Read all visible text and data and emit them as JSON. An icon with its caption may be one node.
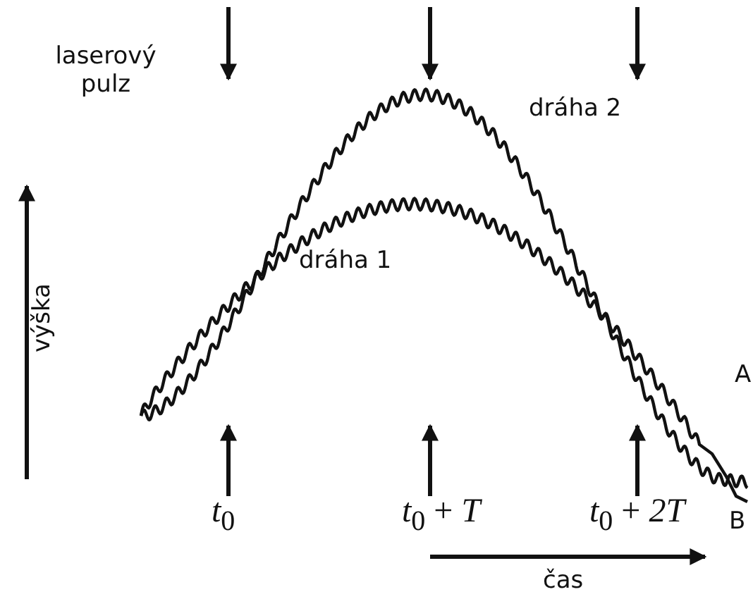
{
  "diagram": {
    "labels": [
      "laserový pulz",
      "dráha 2",
      "dráha 1",
      "výška",
      "A",
      "*t*$_{0}$",
      "*t*$_{0}$ + *T*",
      "*t*$_{0}$ + *2T*",
      "B",
      "čas"
    ]
  }
}
